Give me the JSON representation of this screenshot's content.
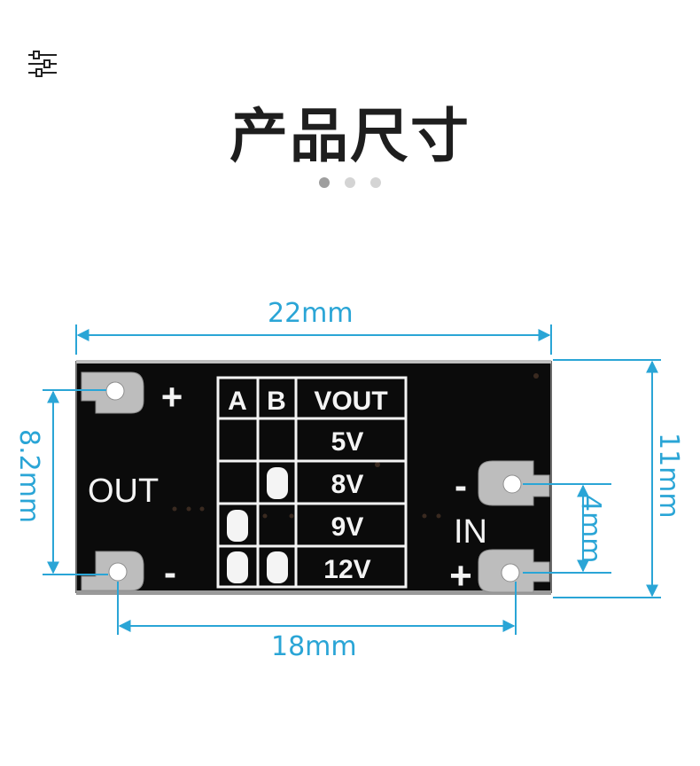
{
  "page": {
    "title": "产品尺寸",
    "carousel_dots": 3,
    "active_dot": 0
  },
  "colors": {
    "dimension": "#2aa5d6",
    "board": "#0b0b0b",
    "silkscreen": "#f4f4f4",
    "pad": "#bdbdbd",
    "title": "#1e1e1e",
    "dot_active": "#9e9e9e",
    "dot_inactive": "#d4d4d4"
  },
  "dimensions": {
    "width_label": "22mm",
    "height_label": "11mm",
    "out_spacing_label": "8.2mm",
    "in_spacing_label": "4mm",
    "hole_spacing_label": "18mm"
  },
  "board": {
    "out_label": "OUT",
    "in_label": "IN",
    "plus": "+",
    "minus": "-",
    "table": {
      "headers": [
        "A",
        "B",
        "VOUT"
      ],
      "rows": [
        "5V",
        "8V",
        "9V",
        "12V"
      ]
    }
  }
}
